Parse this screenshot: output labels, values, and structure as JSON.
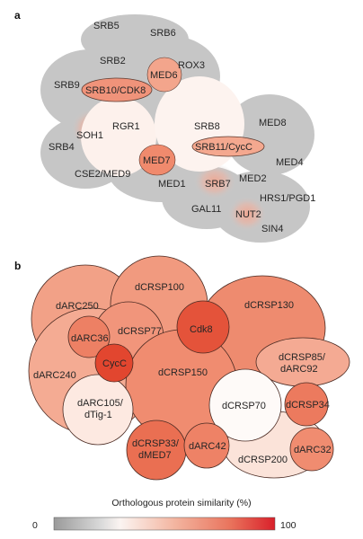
{
  "panel_a": {
    "letter": "a",
    "labels": {
      "srb5": "SRB5",
      "srb6": "SRB6",
      "srb2": "SRB2",
      "rox3": "ROX3",
      "srb9": "SRB9",
      "med6": "MED6",
      "srb10": "SRB10/CDK8",
      "rgr1": "RGR1",
      "srb8": "SRB8",
      "med8": "MED8",
      "soh1": "SOH1",
      "srb11": "SRB11/CycC",
      "srb4": "SRB4",
      "med7": "MED7",
      "med4": "MED4",
      "cse2": "CSE2/MED9",
      "med1": "MED1",
      "srb7": "SRB7",
      "med2": "MED2",
      "hrs1": "HRS1/PGD1",
      "gal11": "GAL11",
      "nut2": "NUT2",
      "sin4": "SIN4"
    }
  },
  "panel_b": {
    "letter": "b",
    "labels": {
      "dcrsp100": "dCRSP100",
      "dcrsp130": "dCRSP130",
      "darc250": "dARC250",
      "cdk8": "Cdk8",
      "dcrsp77": "dCRSP77",
      "darc36": "dARC36",
      "cycc": "CycC",
      "darc240": "dARC240",
      "dcrsp150": "dCRSP150",
      "dcrsp85": "dCRSP85/",
      "darc92": "dARC92",
      "darc105": "dARC105/",
      "dtig1": "dTig-1",
      "dcrsp70": "dCRSP70",
      "dcrsp34": "dCRSP34",
      "dcrsp33": "dCRSP33/",
      "dmed7": "dMED7",
      "darc42": "dARC42",
      "darc32": "dARC32",
      "dcrsp200": "dCRSP200"
    }
  },
  "colorbar": {
    "title": "Orthologous protein similarity (%)",
    "min_label": "0",
    "max_label": "100",
    "min": 0,
    "max": 100
  },
  "colors": {
    "gray": "#b4b4b4",
    "low": "#ffffff",
    "mid": "#f4a286",
    "high": "#de3a2b"
  }
}
